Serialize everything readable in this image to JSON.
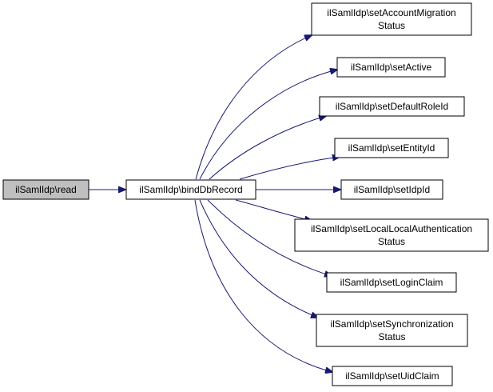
{
  "colors": {
    "edge": "#191970",
    "node_border": "#000000",
    "node_fill": "#ffffff",
    "root_fill": "#bfbfbf"
  },
  "nodes": {
    "read": {
      "lines": [
        "ilSamlIdp\\read"
      ]
    },
    "bind": {
      "lines": [
        "ilSamlIdp\\bindDbRecord"
      ]
    },
    "n1": {
      "lines": [
        "ilSamlIdp\\setAccountMigration",
        "Status"
      ]
    },
    "n2": {
      "lines": [
        "ilSamlIdp\\setActive"
      ]
    },
    "n3": {
      "lines": [
        "ilSamlIdp\\setDefaultRoleId"
      ]
    },
    "n4": {
      "lines": [
        "ilSamlIdp\\setEntityId"
      ]
    },
    "n5": {
      "lines": [
        "ilSamlIdp\\setIdpId"
      ]
    },
    "n6": {
      "lines": [
        "ilSamlIdp\\setLocalLocalAuthentication",
        "Status"
      ]
    },
    "n7": {
      "lines": [
        "ilSamlIdp\\setLoginClaim"
      ]
    },
    "n8": {
      "lines": [
        "ilSamlIdp\\setSynchronization",
        "Status"
      ]
    },
    "n9": {
      "lines": [
        "ilSamlIdp\\setUidClaim"
      ]
    }
  }
}
